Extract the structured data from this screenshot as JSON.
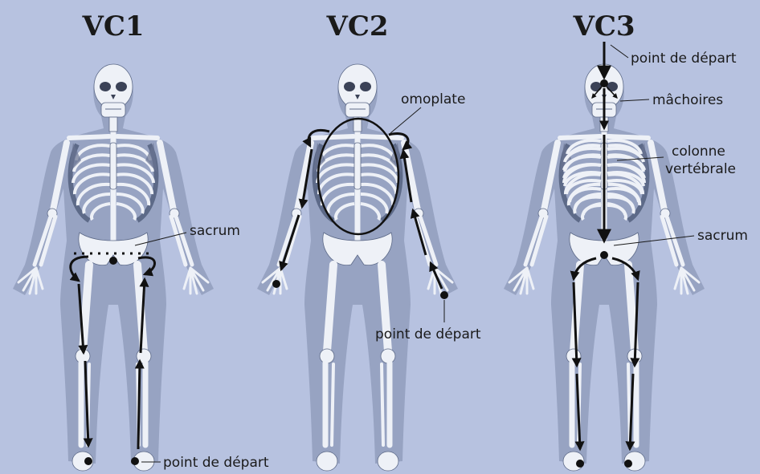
{
  "figures": [
    {
      "title": "VC1"
    },
    {
      "title": "VC2"
    },
    {
      "title": "VC3"
    }
  ],
  "labels": {
    "vc1_sacrum": "sacrum",
    "vc1_start": "point de départ",
    "vc2_omoplate": "omoplate",
    "vc2_start": "point de départ",
    "vc3_start": "point de départ",
    "vc3_machoires": "mâchoires",
    "vc3_colonne_line1": "colonne",
    "vc3_colonne_line2": "vertébrale",
    "vc3_sacrum": "sacrum"
  },
  "colors": {
    "background": "#b7c2e0",
    "silhouette": "#97a3c2",
    "bone": "#eef1f7",
    "arrow": "#111111"
  }
}
